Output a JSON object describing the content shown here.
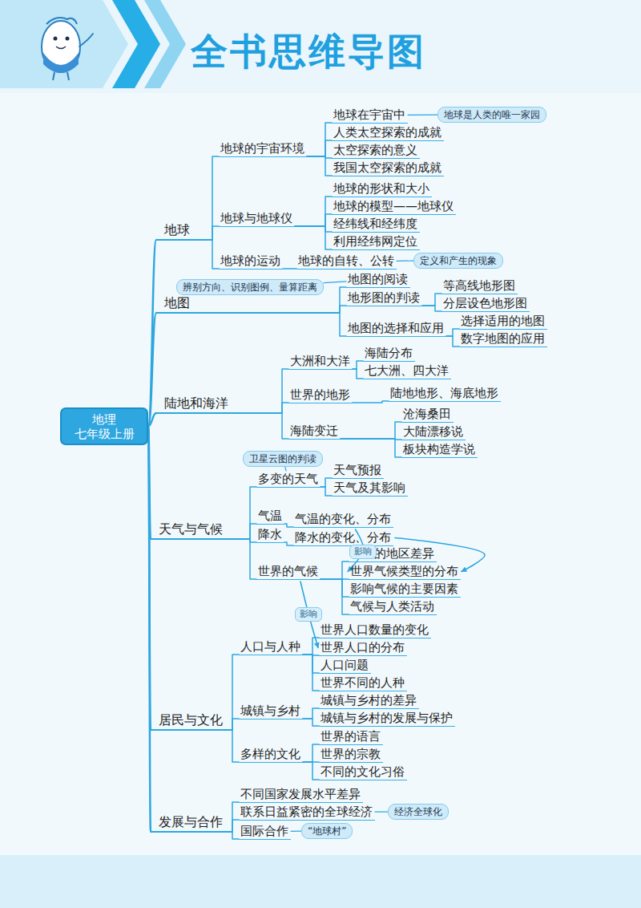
{
  "diagram": {
    "title": "全书思维导图",
    "nodes": [
      {
        "text": [
          "地理 七年级上册"
        ]
      },
      {
        "text": [
          "地球"
        ]
      },
      {
        "text": [
          "地球的宇宙环境"
        ]
      },
      {
        "text": [
          "地球在宇宙中"
        ]
      },
      {
        "text": [
          "地球是人类的唯一家园"
        ]
      },
      {
        "text": [
          "人类太空探索的成就"
        ]
      },
      {
        "text": [
          "太空探索的意义"
        ]
      },
      {
        "text": [
          "我国太空探索的成就"
        ]
      },
      {
        "text": [
          "地球与地球仪"
        ]
      },
      {
        "text": [
          "地球的形状和大小"
        ]
      },
      {
        "text": [
          "地球的模型——地球仪"
        ]
      },
      {
        "text": [
          "经纬线和经纬度"
        ]
      },
      {
        "text": [
          "利用经纬网定位"
        ]
      },
      {
        "text": [
          "地球的运动"
        ]
      },
      {
        "text": [
          "地球的自转、公转"
        ]
      },
      {
        "text": [
          "定义和产生的现象"
        ]
      },
      {
        "text": [
          "地图"
        ]
      },
      {
        "text": [
          "辨别方向、识别图例、量算距离"
        ]
      },
      {
        "text": [
          "地图的阅读"
        ]
      },
      {
        "text": [
          "地形图的判读"
        ]
      },
      {
        "text": [
          "等高线地形图"
        ]
      },
      {
        "text": [
          "分层设色地形图"
        ]
      },
      {
        "text": [
          "地图的选择和应用"
        ]
      },
      {
        "text": [
          "选择适用的地图"
        ]
      },
      {
        "text": [
          "数字地图的应用"
        ]
      },
      {
        "text": [
          "陆地和海洋"
        ]
      },
      {
        "text": [
          "大洲和大洋"
        ]
      },
      {
        "text": [
          "海陆分布"
        ]
      },
      {
        "text": [
          "七大洲、四大洋"
        ]
      },
      {
        "text": [
          "世界的地形"
        ]
      },
      {
        "text": [
          "陆地地形、海底地形"
        ]
      },
      {
        "text": [
          "海陆变迁"
        ]
      },
      {
        "text": [
          "沧海桑田"
        ]
      },
      {
        "text": [
          "大陆漂移说"
        ]
      },
      {
        "text": [
          "板块构造学说"
        ]
      },
      {
        "text": [
          "天气与气候"
        ]
      },
      {
        "text": [
          "卫星云图的判读"
        ]
      },
      {
        "text": [
          "多变的天气"
        ]
      },
      {
        "text": [
          "天气预报"
        ]
      },
      {
        "text": [
          "天气及其影响"
        ]
      },
      {
        "text": [
          "气温"
        ]
      },
      {
        "text": [
          "气温的变化、分布"
        ]
      },
      {
        "text": [
          "降水"
        ]
      },
      {
        "text": [
          "降水的变化、分布"
        ]
      },
      {
        "text": [
          "世界的气候"
        ]
      },
      {
        "text": [
          "气候的地区差异"
        ]
      },
      {
        "text": [
          "世界气候类型的分布"
        ]
      },
      {
        "text": [
          "影响气候的主要因素"
        ]
      },
      {
        "text": [
          "气候与人类活动"
        ]
      },
      {
        "text": [
          "居民与文化"
        ]
      },
      {
        "text": [
          "人口与人种"
        ]
      },
      {
        "text": [
          "世界人口数量的变化"
        ]
      },
      {
        "text": [
          "世界人口的分布"
        ]
      },
      {
        "text": [
          "人口问题"
        ]
      },
      {
        "text": [
          "世界不同的人种"
        ]
      },
      {
        "text": [
          "城镇与乡村"
        ]
      },
      {
        "text": [
          "城镇与乡村的差异"
        ]
      },
      {
        "text": [
          "城镇与乡村的发展与保护"
        ]
      },
      {
        "text": [
          "多样的文化"
        ]
      },
      {
        "text": [
          "世界的语言"
        ]
      },
      {
        "text": [
          "世界的宗教"
        ]
      },
      {
        "text": [
          "不同的文化习俗"
        ]
      },
      {
        "text": [
          "发展与合作"
        ]
      },
      {
        "text": [
          "不同国家发展水平差异"
        ]
      },
      {
        "text": [
          "联系日益紧密的全球经济"
        ]
      },
      {
        "text": [
          "经济全球化"
        ]
      },
      {
        "text": [
          "国际合作"
        ]
      },
      {
        "text": [
          "“地球村”"
        ]
      }
    ],
    "edges": [
      {
        "from": 0,
        "to": 1,
        "arrow": "none"
      },
      {
        "from": 0,
        "to": 16,
        "arrow": "none"
      },
      {
        "from": 0,
        "to": 25,
        "arrow": "none"
      },
      {
        "from": 0,
        "to": 35,
        "arrow": "none"
      },
      {
        "from": 0,
        "to": 49,
        "arrow": "none"
      },
      {
        "from": 0,
        "to": 62,
        "arrow": "none"
      },
      {
        "from": 1,
        "to": 2,
        "arrow": "none"
      },
      {
        "from": 1,
        "to": 8,
        "arrow": "none"
      },
      {
        "from": 1,
        "to": 13,
        "arrow": "none"
      },
      {
        "from": 2,
        "to": 3,
        "arrow": "none"
      },
      {
        "from": 2,
        "to": 5,
        "arrow": "none"
      },
      {
        "from": 2,
        "to": 6,
        "arrow": "none"
      },
      {
        "from": 2,
        "to": 7,
        "arrow": "none"
      },
      {
        "from": 3,
        "to": 4,
        "arrow": "none"
      },
      {
        "from": 8,
        "to": 9,
        "arrow": "none"
      },
      {
        "from": 8,
        "to": 10,
        "arrow": "none"
      },
      {
        "from": 8,
        "to": 11,
        "arrow": "none"
      },
      {
        "from": 8,
        "to": 12,
        "arrow": "none"
      },
      {
        "from": 13,
        "to": 14,
        "arrow": "none"
      },
      {
        "from": 14,
        "to": 15,
        "arrow": "none"
      },
      {
        "from": 16,
        "to": 18,
        "arrow": "none"
      },
      {
        "from": 16,
        "to": 19,
        "arrow": "none"
      },
      {
        "from": 16,
        "to": 22,
        "arrow": "none"
      },
      {
        "from": 18,
        "to": 17,
        "arrow": "none"
      },
      {
        "from": 19,
        "to": 20,
        "arrow": "none"
      },
      {
        "from": 19,
        "to": 21,
        "arrow": "none"
      },
      {
        "from": 22,
        "to": 23,
        "arrow": "none"
      },
      {
        "from": 22,
        "to": 24,
        "arrow": "none"
      },
      {
        "from": 25,
        "to": 26,
        "arrow": "none"
      },
      {
        "from": 25,
        "to": 29,
        "arrow": "none"
      },
      {
        "from": 25,
        "to": 31,
        "arrow": "none"
      },
      {
        "from": 26,
        "to": 27,
        "arrow": "none"
      },
      {
        "from": 26,
        "to": 28,
        "arrow": "none"
      },
      {
        "from": 29,
        "to": 30,
        "arrow": "none"
      },
      {
        "from": 31,
        "to": 32,
        "arrow": "none"
      },
      {
        "from": 31,
        "to": 33,
        "arrow": "none"
      },
      {
        "from": 31,
        "to": 34,
        "arrow": "none"
      },
      {
        "from": 35,
        "to": 37,
        "arrow": "none"
      },
      {
        "from": 35,
        "to": 40,
        "arrow": "none"
      },
      {
        "from": 35,
        "to": 42,
        "arrow": "none"
      },
      {
        "from": 35,
        "to": 44,
        "arrow": "none"
      },
      {
        "from": 37,
        "to": 36,
        "arrow": "none"
      },
      {
        "from": 37,
        "to": 38,
        "arrow": "none"
      },
      {
        "from": 37,
        "to": 39,
        "arrow": "none"
      },
      {
        "from": 40,
        "to": 41,
        "arrow": "none"
      },
      {
        "from": 42,
        "to": 43,
        "arrow": "none"
      },
      {
        "from": 44,
        "to": 45,
        "arrow": "none"
      },
      {
        "from": 44,
        "to": 46,
        "arrow": "none"
      },
      {
        "from": 44,
        "to": 47,
        "arrow": "none"
      },
      {
        "from": 44,
        "to": 48,
        "arrow": "none"
      },
      {
        "from": 41,
        "to": 46,
        "label": "影响",
        "arrow": "to"
      },
      {
        "from": 43,
        "to": 46,
        "arrow": "to"
      },
      {
        "from": 44,
        "to": 52,
        "label": "影响",
        "arrow": "to"
      },
      {
        "from": 49,
        "to": 50,
        "arrow": "none"
      },
      {
        "from": 49,
        "to": 55,
        "arrow": "none"
      },
      {
        "from": 49,
        "to": 58,
        "arrow": "none"
      },
      {
        "from": 50,
        "to": 51,
        "arrow": "none"
      },
      {
        "from": 50,
        "to": 52,
        "arrow": "none"
      },
      {
        "from": 50,
        "to": 53,
        "arrow": "none"
      },
      {
        "from": 50,
        "to": 54,
        "arrow": "none"
      },
      {
        "from": 55,
        "to": 56,
        "arrow": "none"
      },
      {
        "from": 55,
        "to": 57,
        "arrow": "none"
      },
      {
        "from": 58,
        "to": 59,
        "arrow": "none"
      },
      {
        "from": 58,
        "to": 60,
        "arrow": "none"
      },
      {
        "from": 58,
        "to": 61,
        "arrow": "none"
      },
      {
        "from": 62,
        "to": 63,
        "arrow": "none"
      },
      {
        "from": 62,
        "to": 64,
        "arrow": "none"
      },
      {
        "from": 62,
        "to": 66,
        "arrow": "none"
      },
      {
        "from": 64,
        "to": 65,
        "arrow": "none"
      },
      {
        "from": 66,
        "to": 67,
        "arrow": "none"
      }
    ]
  }
}
